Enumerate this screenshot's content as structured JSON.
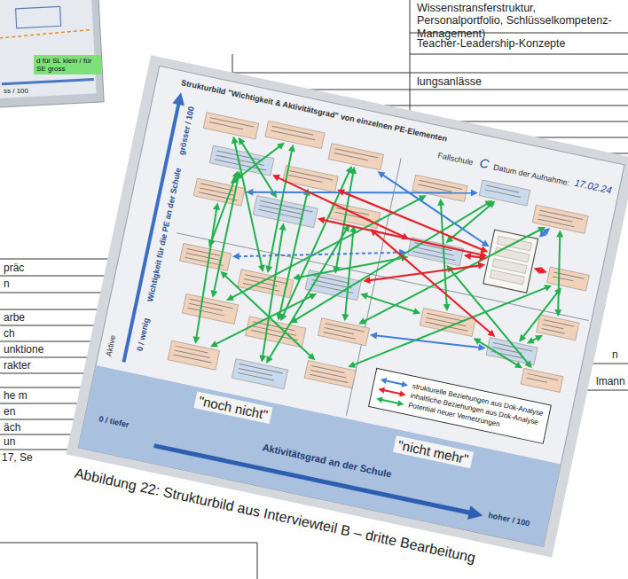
{
  "diagram": {
    "title": "Strukturbild \"Wichtigkeit & Aktivitätsgrad\" von einzelnen PE-Elementen",
    "caption": "Abbildung 22: Strukturbild aus Interviewteil B – dritte Bearbeitung",
    "labels": [
      "Wissenstransferstruktur, Personalportfolio, Schlüsselkompetenz-Management)",
      "Teacher-Leadership-Konzepte",
      "lungsanlässe",
      "d für SL klein / für SE gross",
      "ss / 100",
      "präc",
      "n",
      "arbe",
      "ch",
      "unktione",
      "rakter",
      "he m",
      "en",
      "äch",
      "un",
      "17, Se",
      "n",
      "lmann",
      "Fallschule",
      "C",
      "Datum der Aufnahme:",
      "17.02.24",
      "Wichtigkeit für die PE an der Schule",
      "grösser / 100",
      "0 / wenig",
      "Aktive",
      "\"noch nicht\"",
      "0 / tiefer",
      "Aktivitätsgrad an der Schule",
      "\"nicht mehr\"",
      "hoher / 100"
    ],
    "legend": [
      {
        "text": "strukturelle Beziehungen aus Dok-Analyse"
      },
      {
        "text": "inhaltliche Beziehungen aus Dok-Analyse"
      },
      {
        "text": "Potential neuer Vernetzungen"
      }
    ]
  }
}
